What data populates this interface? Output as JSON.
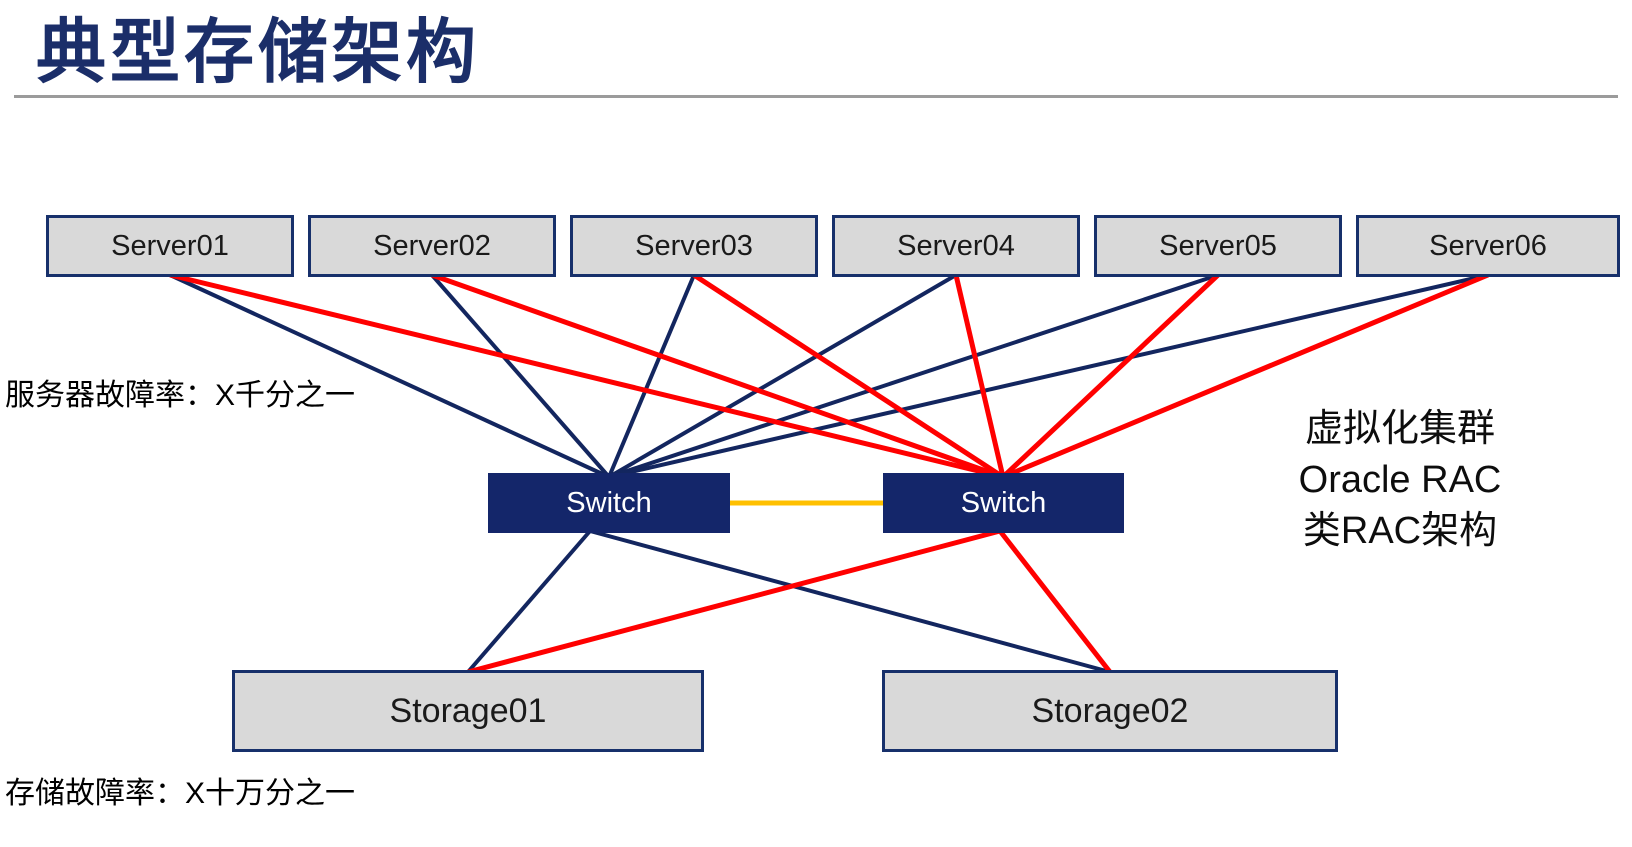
{
  "slide": {
    "title": "典型存储架构",
    "server_failure_note": "服务器故障率：X千分之一",
    "storage_failure_note": "存储故障率：X十万分之一",
    "cluster_note": [
      "虚拟化集群",
      "Oracle RAC",
      "类RAC架构"
    ]
  },
  "nodes": {
    "servers": [
      {
        "id": "server01",
        "label": "Server01"
      },
      {
        "id": "server02",
        "label": "Server02"
      },
      {
        "id": "server03",
        "label": "Server03"
      },
      {
        "id": "server04",
        "label": "Server04"
      },
      {
        "id": "server05",
        "label": "Server05"
      },
      {
        "id": "server06",
        "label": "Server06"
      }
    ],
    "switches": [
      {
        "id": "switch-a",
        "label": "Switch"
      },
      {
        "id": "switch-b",
        "label": "Switch"
      }
    ],
    "storages": [
      {
        "id": "storage01",
        "label": "Storage01"
      },
      {
        "id": "storage02",
        "label": "Storage02"
      }
    ]
  },
  "links": [
    {
      "from": "server01",
      "to": "switch-a",
      "color": "navy"
    },
    {
      "from": "server02",
      "to": "switch-a",
      "color": "navy"
    },
    {
      "from": "server03",
      "to": "switch-a",
      "color": "navy"
    },
    {
      "from": "server04",
      "to": "switch-a",
      "color": "navy"
    },
    {
      "from": "server05",
      "to": "switch-a",
      "color": "navy"
    },
    {
      "from": "server06",
      "to": "switch-a",
      "color": "navy"
    },
    {
      "from": "switch-a",
      "to": "storage01",
      "color": "navy"
    },
    {
      "from": "switch-a",
      "to": "storage02",
      "color": "navy"
    },
    {
      "from": "server01",
      "to": "switch-b",
      "color": "red"
    },
    {
      "from": "server02",
      "to": "switch-b",
      "color": "red"
    },
    {
      "from": "server03",
      "to": "switch-b",
      "color": "red"
    },
    {
      "from": "server04",
      "to": "switch-b",
      "color": "red"
    },
    {
      "from": "server05",
      "to": "switch-b",
      "color": "red"
    },
    {
      "from": "server06",
      "to": "switch-b",
      "color": "red"
    },
    {
      "from": "switch-b",
      "to": "storage01",
      "color": "red"
    },
    {
      "from": "switch-b",
      "to": "storage02",
      "color": "red"
    },
    {
      "from": "switch-a",
      "to": "switch-b",
      "color": "orange"
    }
  ],
  "colors": {
    "navy": "#13265F",
    "red": "#FF0000",
    "orange": "#FFC000",
    "box_fill": "#D9D9D9",
    "box_border": "#17306B",
    "switch_fill": "#14266A",
    "title": "#1B2E69",
    "divider": "#9B9B9B"
  }
}
